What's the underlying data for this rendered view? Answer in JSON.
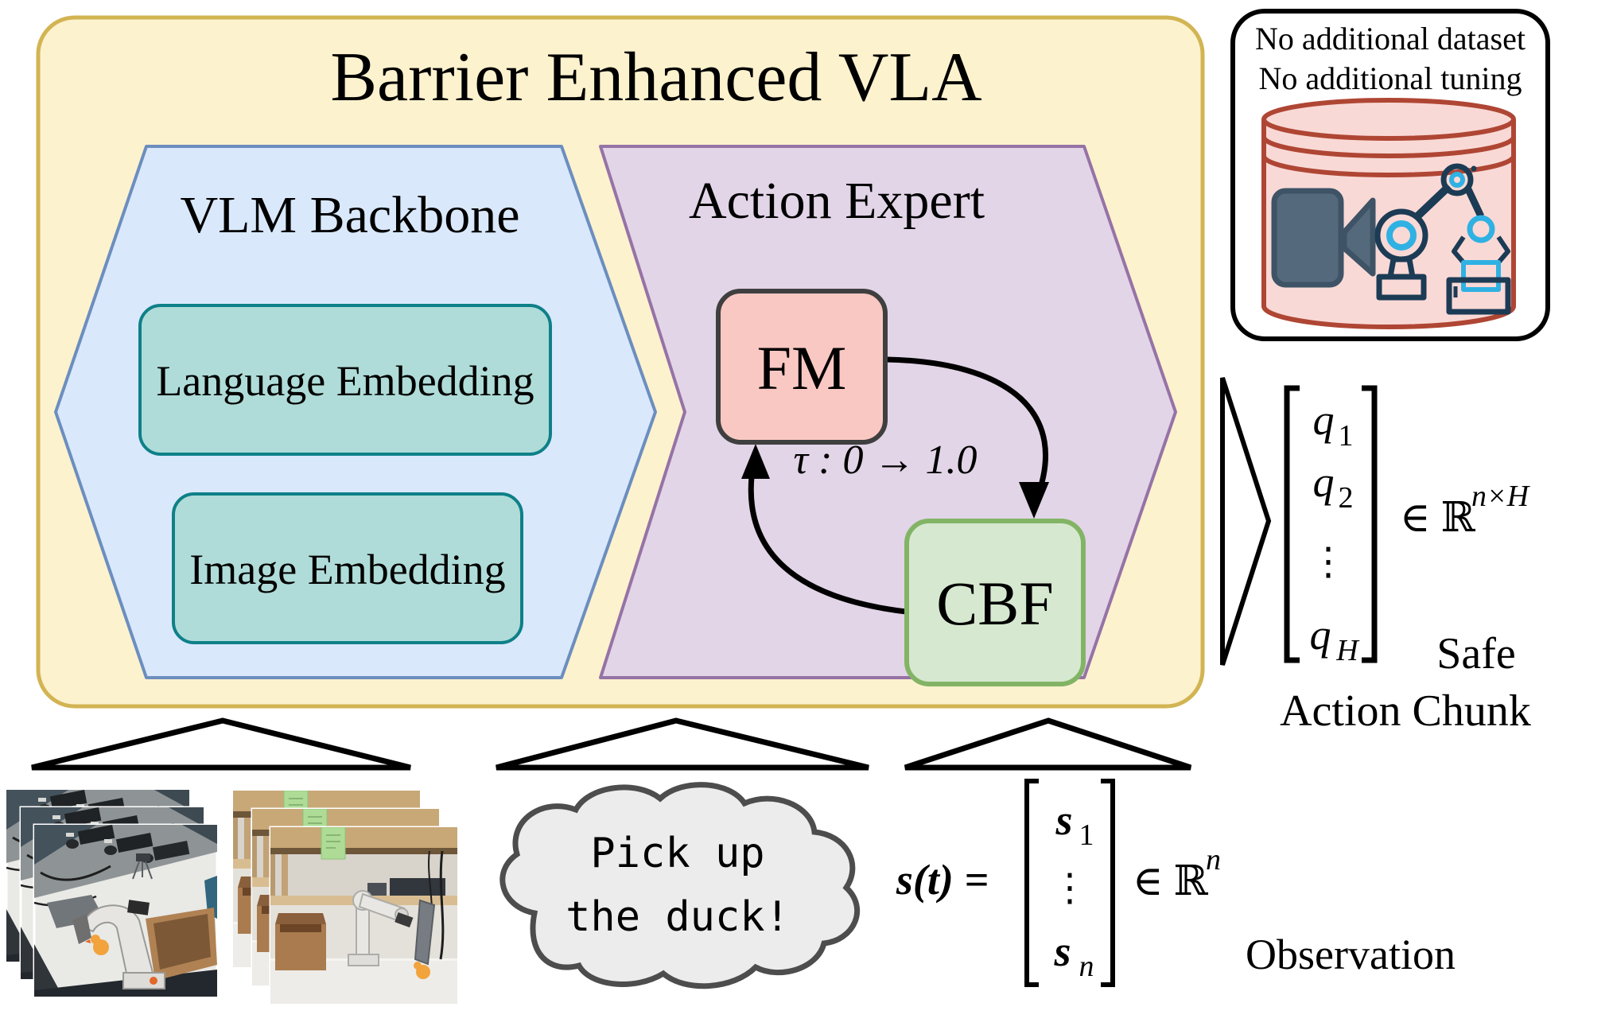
{
  "figure": {
    "title": "Barrier Enhanced VLA",
    "vlm_backbone": {
      "label": "VLM Backbone",
      "language_embedding": "Language Embedding",
      "image_embedding": "Image Embedding"
    },
    "action_expert": {
      "label": "Action Expert",
      "fm_label": "FM",
      "cbf_label": "CBF",
      "tau_label": "τ : 0 → 1.0"
    },
    "dataset_note": {
      "line1": "No additional dataset",
      "line2": "No additional tuning"
    },
    "safe_action_chunk": {
      "q1": "q",
      "q1_sub": "1",
      "q2": "q",
      "q2_sub": "2",
      "dots": "⋮",
      "qh": "q",
      "qh_sub": "H",
      "membership": "∈ ℝ",
      "membership_sup": "n×H",
      "label_line1": "Safe",
      "label_line2": "Action Chunk"
    },
    "observation": {
      "lhs": "s(t) =",
      "s1": "s",
      "s1_sub": "1",
      "dots": "⋮",
      "sn": "s",
      "sn_sub": "n",
      "membership": "∈ ℝ",
      "membership_sup": "n",
      "label": "Observation"
    },
    "instruction_cloud": {
      "line1": "Pick up",
      "line2": "the duck!"
    },
    "colors": {
      "panel_fill": "#FDF2CE",
      "panel_stroke": "#D2B452",
      "vlm_fill": "#DAE8FC",
      "vlm_stroke": "#6C8EBF",
      "expert_fill": "#E2D5E7",
      "expert_stroke": "#9673A6",
      "embed_fill": "#AFDCD8",
      "embed_stroke": "#0E8088",
      "fm_fill": "#FAC8C3",
      "fm_stroke": "#3F3F3F",
      "cbf_fill": "#D6E9D0",
      "cbf_stroke": "#83B466",
      "db_fill": "#F9D9D6",
      "db_stroke": "#AF4634",
      "note_text": "#169C2D",
      "cloud_fill": "#ECECEC",
      "cloud_stroke": "#4D4D4D",
      "camera_fill": "#54697C",
      "camera_stroke": "#3E5366",
      "robot_navy": "#1C3B55",
      "robot_cyan": "#2FB1E3",
      "duck_orange": "#F2A33C"
    }
  }
}
